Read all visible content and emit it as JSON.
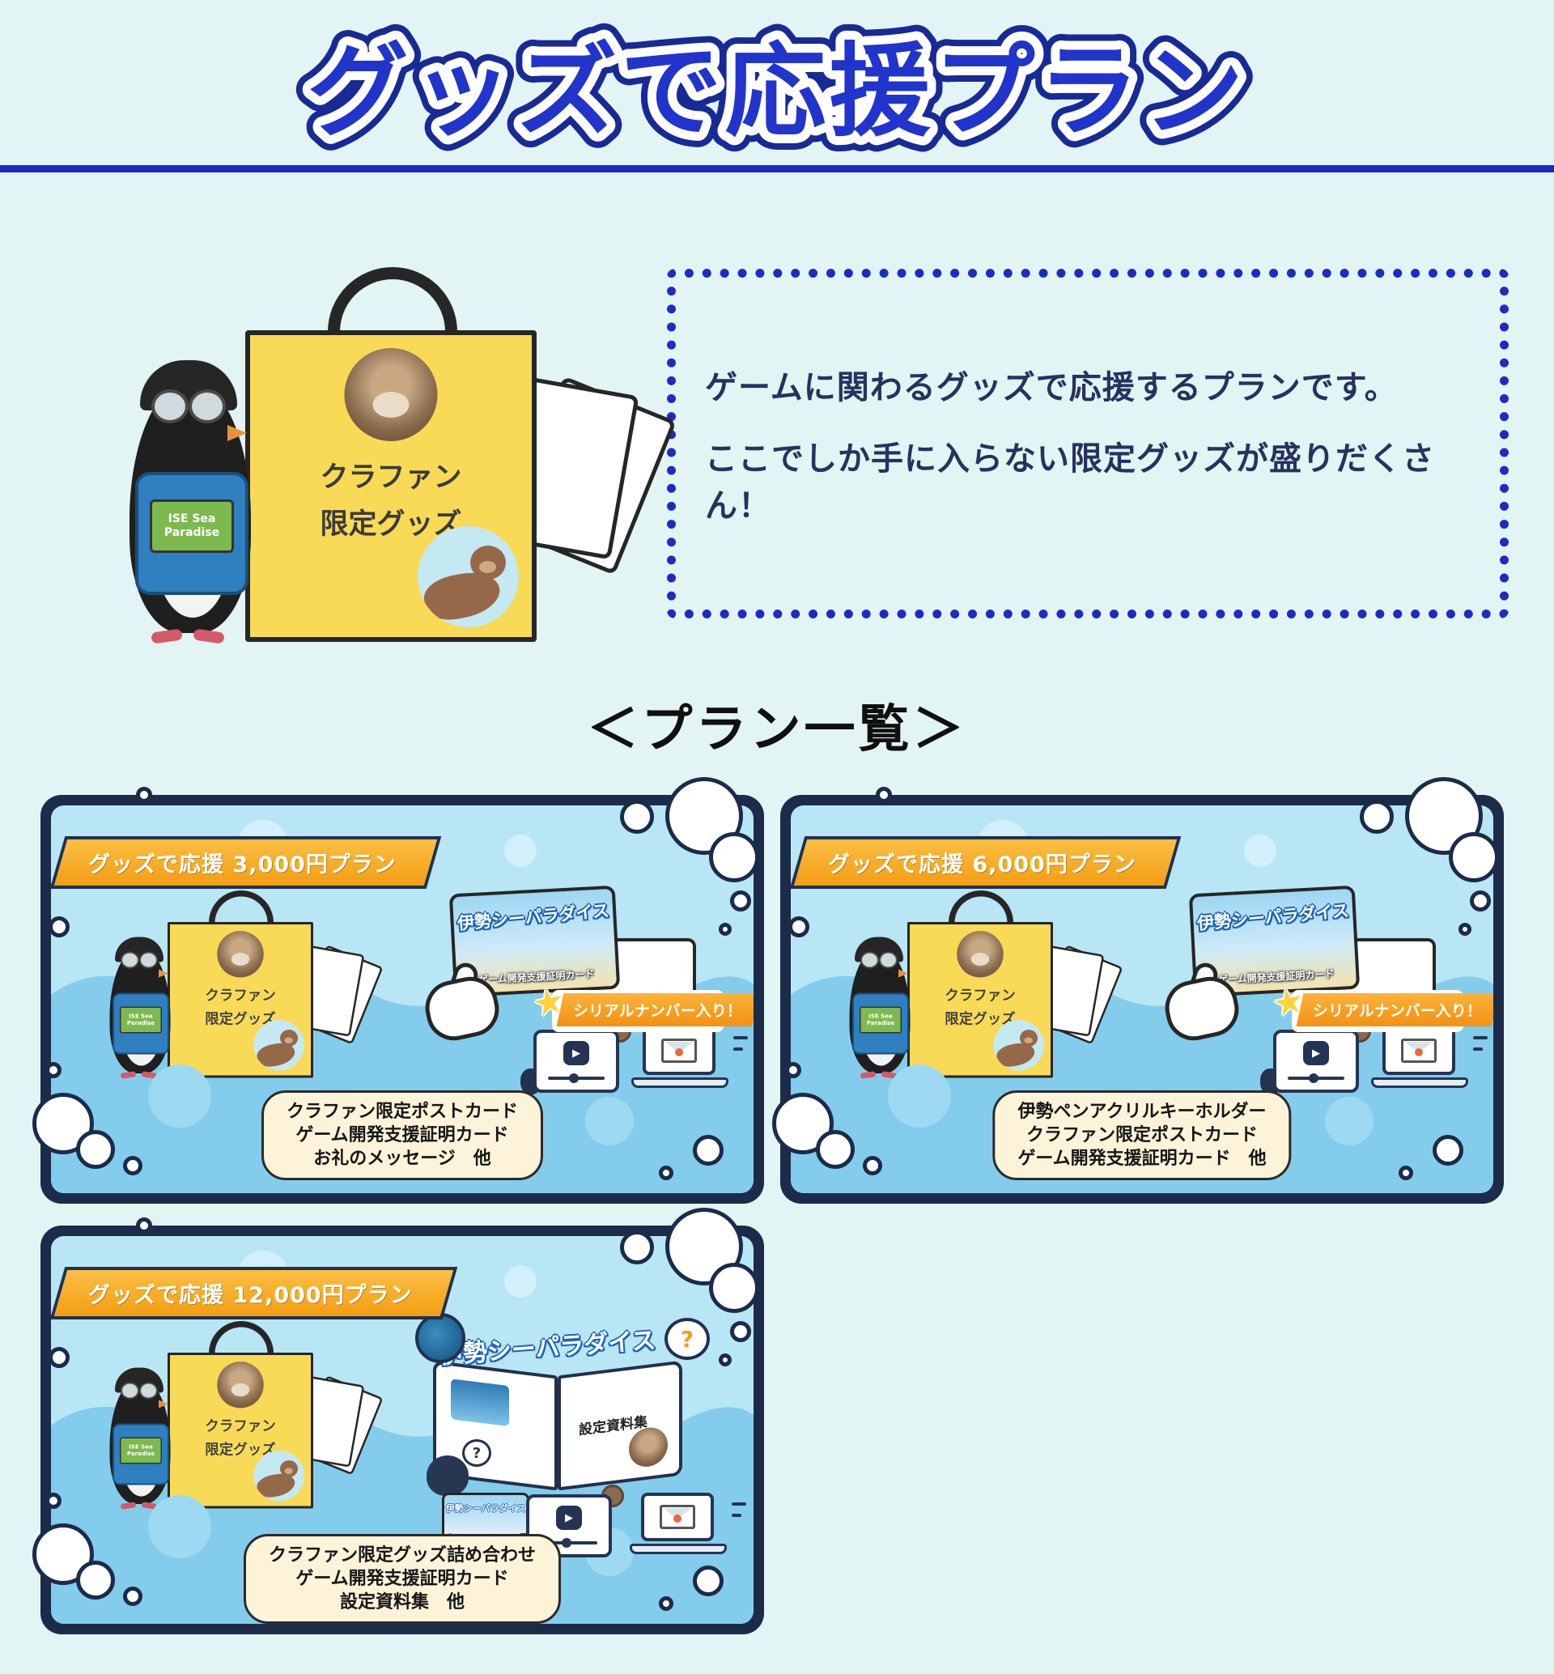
{
  "page": {
    "title": "グッズで応援プラン",
    "plan_list_heading": "＜プラン一覧＞"
  },
  "intro": {
    "line1": "ゲームに関わるグッズで応援するプランです。",
    "line2": "ここでしか手に入らない限定グッズが盛りだくさん！"
  },
  "mascot": {
    "bag_label_line1": "クラファン",
    "bag_label_line2": "限定グッズ",
    "vest_tag": "ISE Sea Paradise"
  },
  "game": {
    "logo": "伊勢シーパラダイス",
    "support_card_caption": "ゲーム開発支援証明カード"
  },
  "plans": [
    {
      "banner": "グッズで応援 3,000円プラン",
      "serial_badge": "シリアルナンバー入り！",
      "rewards": [
        "クラファン限定ポストカード",
        "ゲーム開発支援証明カード",
        "お礼のメッセージ　他"
      ]
    },
    {
      "banner": "グッズで応援 6,000円プラン",
      "serial_badge": "シリアルナンバー入り！",
      "rewards": [
        "伊勢ペンアクリルキーホルダー",
        "クラファン限定ポストカード",
        "ゲーム開発支援証明カード　他"
      ]
    },
    {
      "banner": "グッズで応援 12,000円プラン",
      "book_label": "設定資料集",
      "rewards": [
        "クラファン限定グッズ詰め合わせ",
        "ゲーム開発支援証明カード",
        "設定資料集　他"
      ]
    }
  ],
  "icons": {
    "star": "★",
    "play": "▶",
    "question": "?"
  },
  "colors": {
    "background": "#e2f4f3",
    "title_blue": "#2134cc",
    "title_outline_navy": "#182a96",
    "divider_blue": "#1c2cc2",
    "card_frame_navy": "#1b2b49",
    "water_light": "#b9e6f5",
    "water_dark": "#84ccec",
    "banner_orange": "#f6a51c",
    "bag_yellow": "#f9da57",
    "rewards_cream": "#fcf3d8",
    "serial_orange": "#f29111"
  }
}
